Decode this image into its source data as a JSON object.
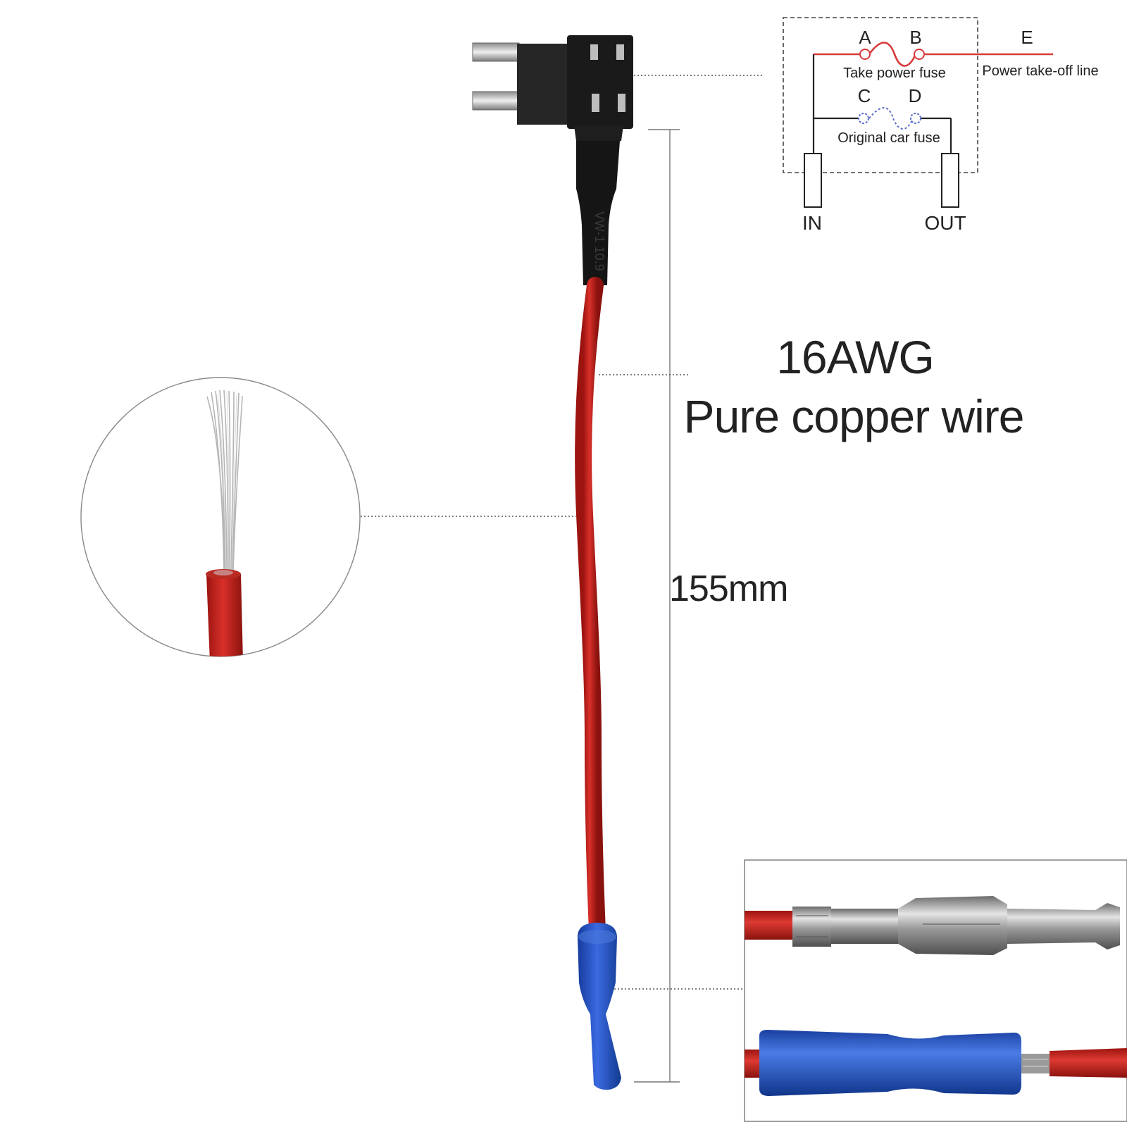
{
  "headline": {
    "gauge": "16AWG",
    "material": "Pure copper wire"
  },
  "dimension": {
    "length": "155mm"
  },
  "schematic": {
    "point_a": "A",
    "point_b": "B",
    "point_e": "E",
    "point_c": "C",
    "point_d": "D",
    "take_power_fuse": "Take power fuse",
    "power_take_off_line": "Power take-off line",
    "original_car_fuse": "Original car fuse",
    "in_label": "IN",
    "out_label": "OUT",
    "colors": {
      "take_off_line": "#d83a3a",
      "original_fuse": "#5a6ccc",
      "frame": "#444444"
    }
  },
  "product": {
    "sleeve_print": "VW-1 10.9"
  },
  "colors": {
    "wire_red": "#c8201e",
    "terminal_blue": "#2a55c4",
    "fuse_tap_black": "#1a1a1a",
    "heat_shrink": "#151515",
    "copper_strands": "#c0c0c0"
  }
}
